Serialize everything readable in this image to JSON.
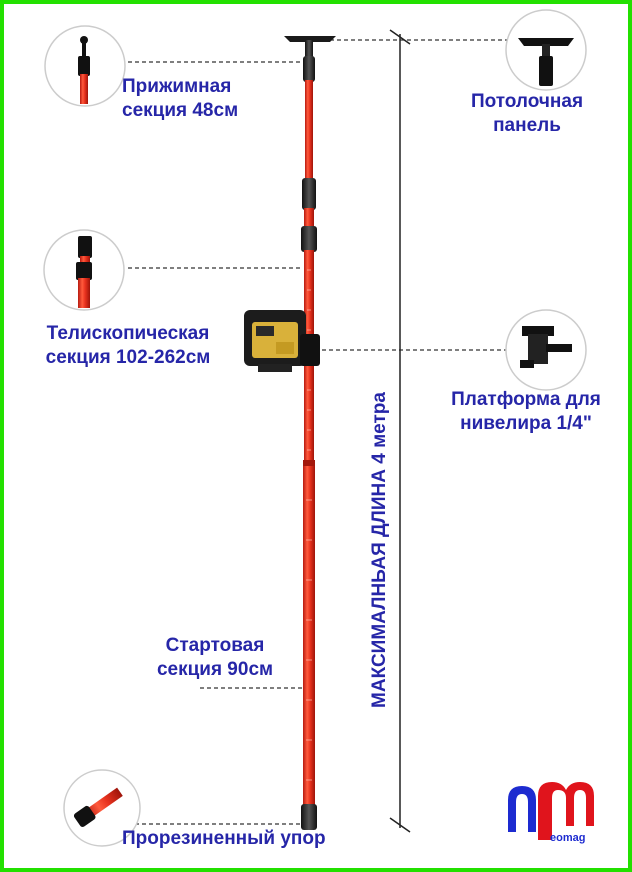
{
  "labels": {
    "clamp_section": [
      "Прижимная",
      "секция 48см"
    ],
    "ceiling_panel": [
      "Потолочная",
      "панель"
    ],
    "telescopic_section": [
      "Телископическая",
      "секция 102-262см"
    ],
    "level_platform": [
      "Платформа для",
      "нивелира 1/4\""
    ],
    "start_section": [
      "Стартовая",
      "секция 90см"
    ],
    "rubber_stop": "Прорезиненный упор",
    "max_length": "МАКСИМАЛНЬАЯ ДЛИНА 4 метра"
  },
  "logo": {
    "text": "eomag",
    "colors": {
      "n": "#1d2bd0",
      "m": "#e0141c"
    }
  },
  "colors": {
    "frame": "#23e000",
    "label_text": "#2626a8",
    "pole_red": "#e8321e",
    "dimension_line": "#222222"
  }
}
